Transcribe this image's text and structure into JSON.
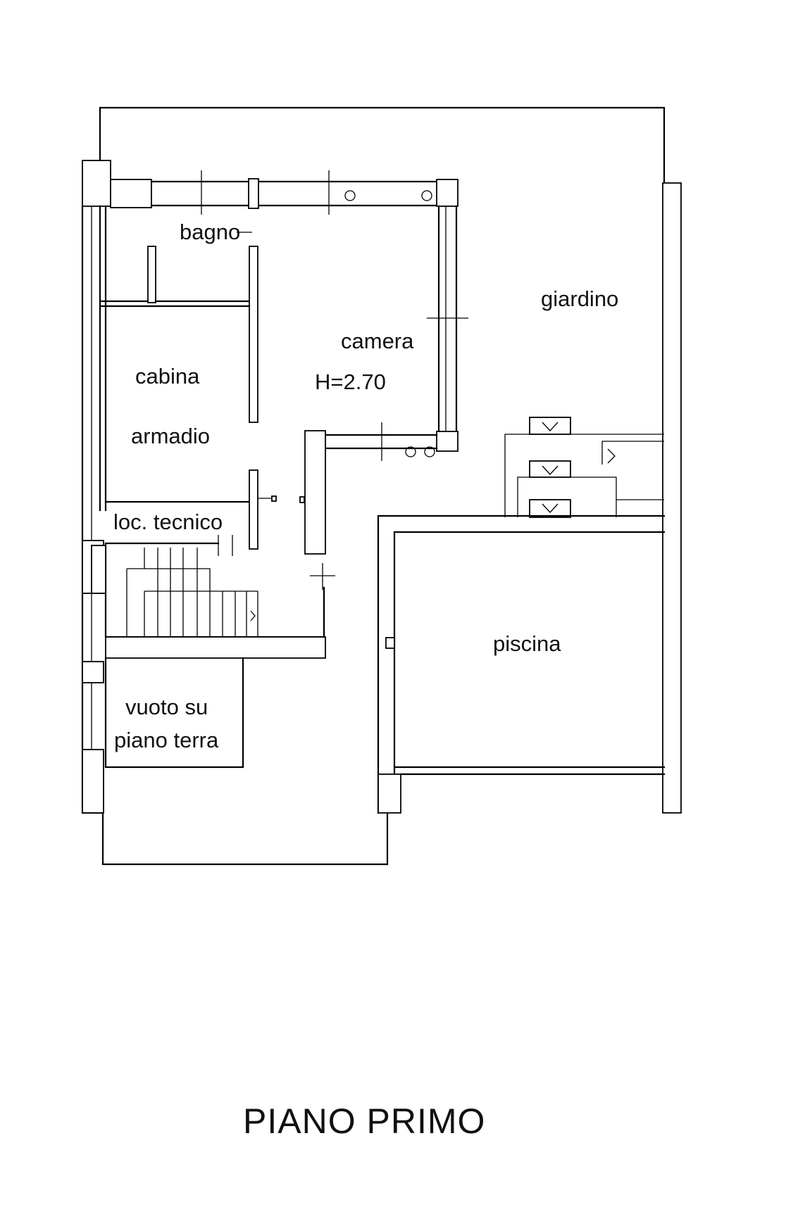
{
  "plan": {
    "title": "PIANO PRIMO",
    "rooms": {
      "bagno": "bagno",
      "camera": "camera",
      "height": "H=2.70",
      "cabina": "cabina",
      "armadio": "armadio",
      "loc_tecnico": "loc. tecnico",
      "giardino": "giardino",
      "piscina": "piscina",
      "vuoto_line1": "vuoto su",
      "vuoto_line2": "piano terra"
    }
  }
}
